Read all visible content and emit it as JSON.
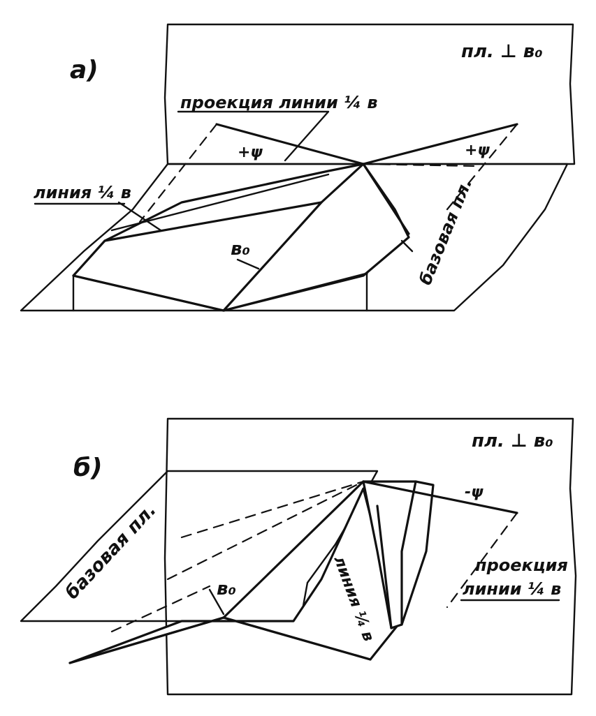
{
  "panel_a": {
    "label": "а)",
    "perp_plane_label": "пл. ⊥ в₀",
    "projection_label": "проекция линии ¼ в",
    "line_label": "линия ¼ в",
    "axis_label": "в₀",
    "base_plane_label": "базовая пл.",
    "angle_left": "+ψ",
    "angle_right": "+ψ"
  },
  "panel_b": {
    "label": "б)",
    "perp_plane_label": "пл. ⊥ в₀",
    "projection_label_1": "проекция",
    "projection_label_2": "линии ¼ в",
    "line_label": "линия ¼ в",
    "axis_label": "в₀",
    "base_plane_label": "базовая пл.",
    "angle": "-ψ"
  },
  "colors": {
    "ink": "#111111",
    "paper": "#ffffff"
  }
}
